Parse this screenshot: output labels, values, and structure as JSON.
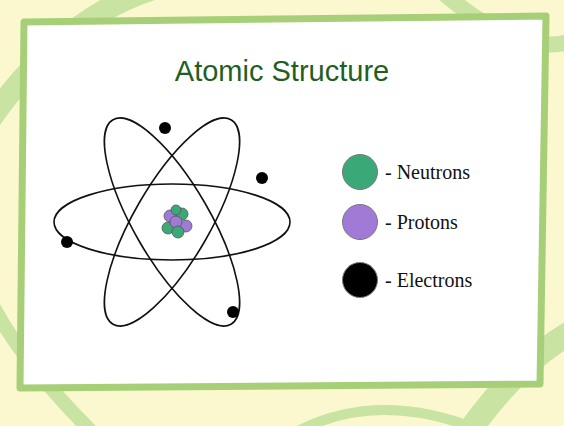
{
  "diagram": {
    "title": "Atomic Structure",
    "legend": [
      {
        "text": "- Neutrons",
        "color": "#3aa877"
      },
      {
        "text": "- Protons",
        "color": "#a07ad6"
      },
      {
        "text": "- Electrons",
        "color": "#000000"
      }
    ]
  }
}
